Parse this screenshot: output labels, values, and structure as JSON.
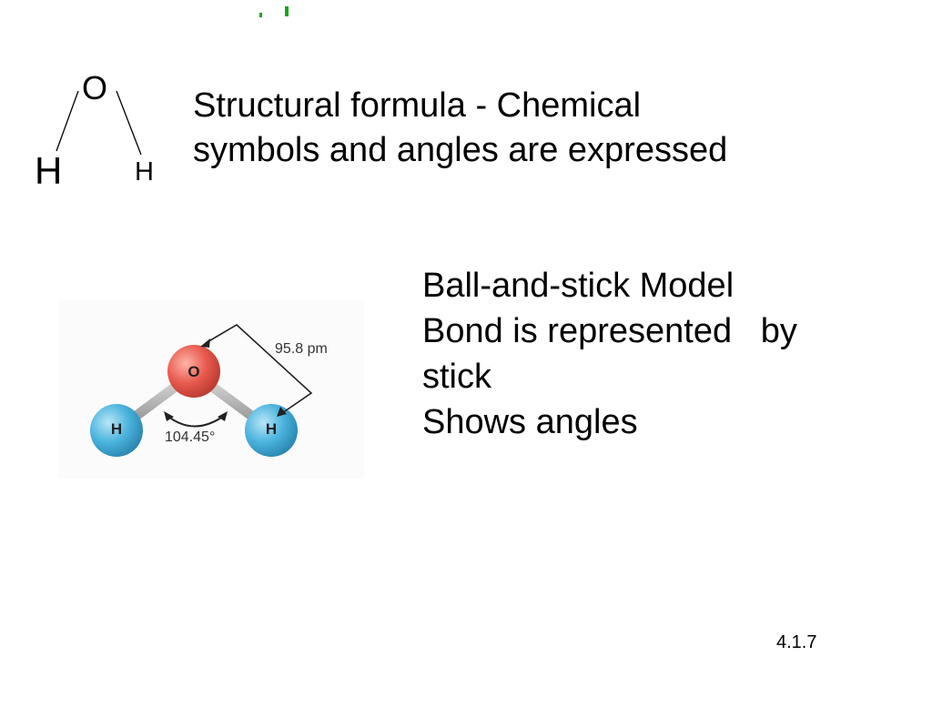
{
  "structural_formula": {
    "atom_top": "O",
    "atom_left": "H",
    "atom_right": "H",
    "caption_lines": [
      "Structural formula - Chemical",
      "symbols and angles are expressed"
    ]
  },
  "ball_and_stick": {
    "center_atom": "O",
    "left_atom": "H",
    "right_atom": "H",
    "bond_length_label": "95.8 pm",
    "angle_label": "104.45°",
    "caption_lines": [
      "Ball-and-stick Model",
      "Bond is represented   by",
      "stick",
      "Shows angles"
    ],
    "colors": {
      "oxygen": "#e85a4f",
      "hydrogen": "#4ab3dd",
      "stick": "#b5b5b5"
    }
  },
  "slide_number": "4.1.7",
  "colors": {
    "accent_marks": "#1aa31a"
  }
}
